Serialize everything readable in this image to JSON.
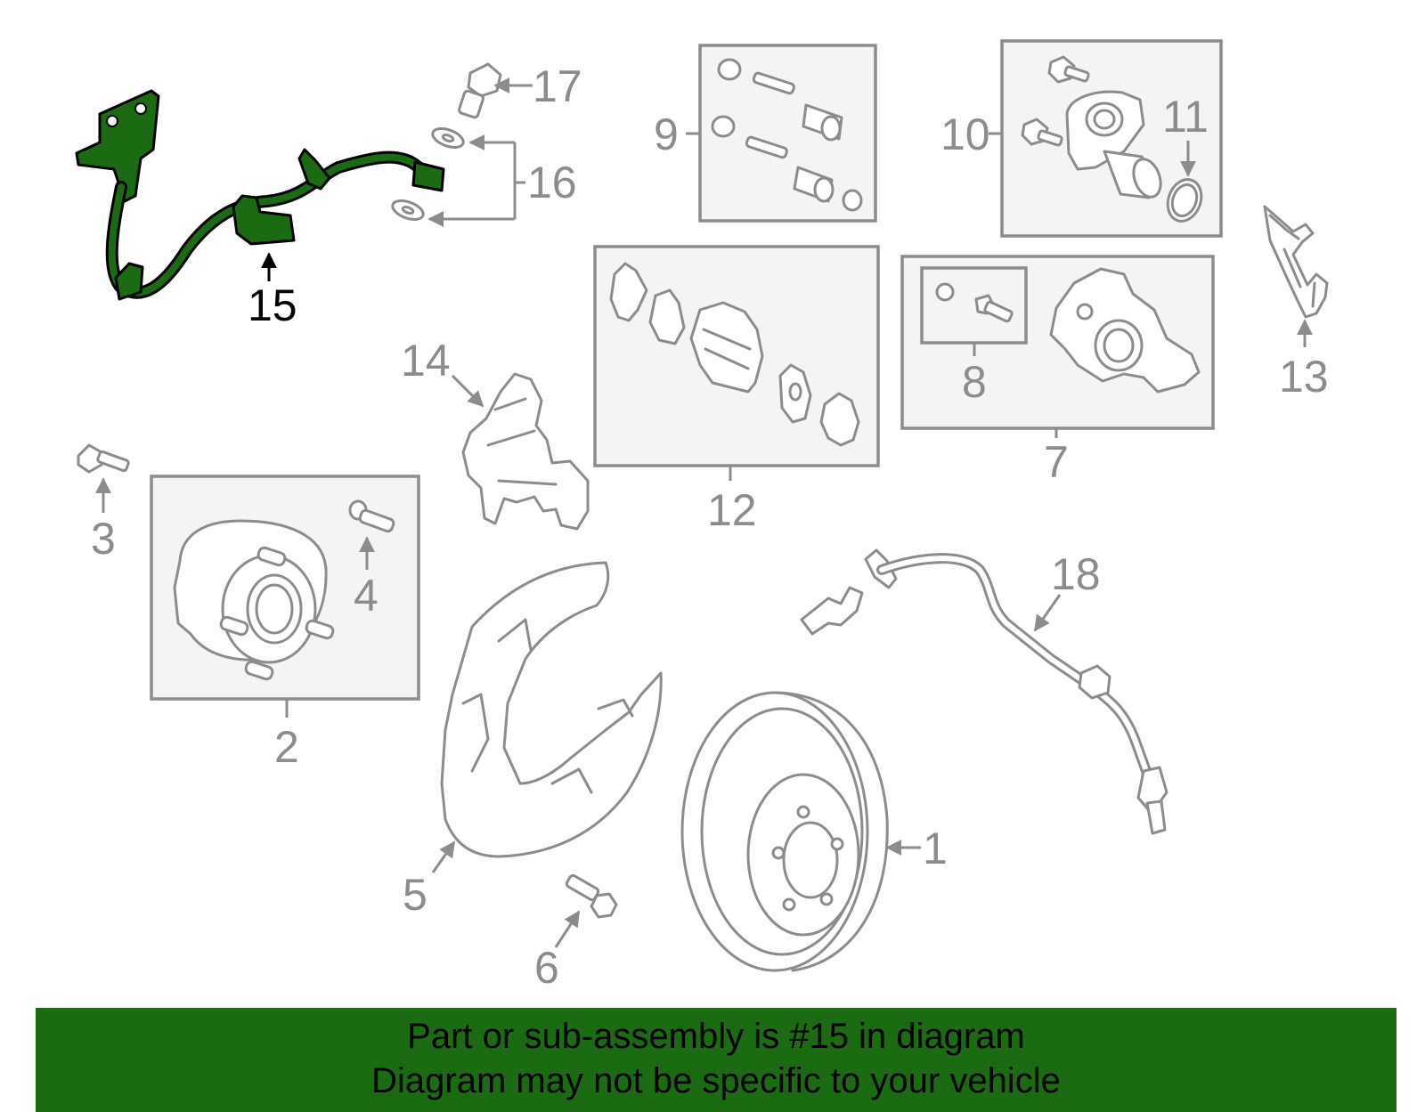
{
  "labels": {
    "p1": "1",
    "p2": "2",
    "p3": "3",
    "p4": "4",
    "p5": "5",
    "p6": "6",
    "p7": "7",
    "p8": "8",
    "p9": "9",
    "p10": "10",
    "p11": "11",
    "p12": "12",
    "p13": "13",
    "p14": "14",
    "p15": "15",
    "p16": "16",
    "p17": "17",
    "p18": "18"
  },
  "highlight_color": "#1a6b12",
  "banner": {
    "line1": "Part or sub-assembly is #15 in diagram",
    "line2": "Diagram may not be specific to your vehicle"
  }
}
